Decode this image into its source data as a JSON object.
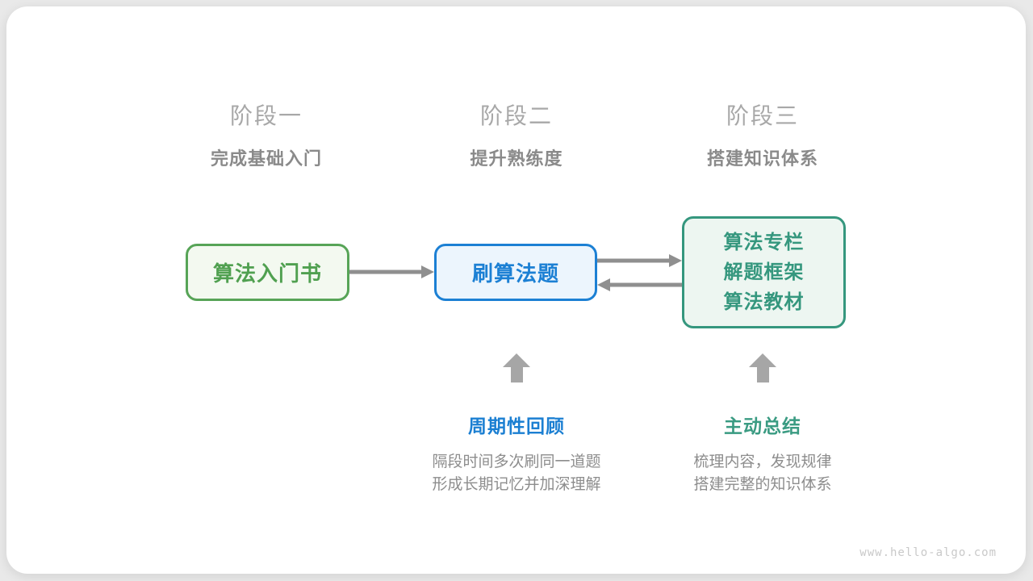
{
  "stages": [
    {
      "title": "阶段一",
      "subtitle": "完成基础入门"
    },
    {
      "title": "阶段二",
      "subtitle": "提升熟练度"
    },
    {
      "title": "阶段三",
      "subtitle": "搭建知识体系"
    }
  ],
  "nodes": {
    "book": {
      "label": "算法入门书"
    },
    "practice": {
      "label": "刷算法题"
    },
    "advanced": {
      "lines": [
        "算法专栏",
        "解题框架",
        "算法教材"
      ]
    }
  },
  "methods": [
    {
      "label": "周期性回顾",
      "desc_line1": "隔段时间多次刷同一道题",
      "desc_line2": "形成长期记忆并加深理解"
    },
    {
      "label": "主动总结",
      "desc_line1": "梳理内容，发现规律",
      "desc_line2": "搭建完整的知识体系"
    }
  ],
  "footer": {
    "watermark": "www.hello-algo.com"
  },
  "colors": {
    "green": "#57a457",
    "blue": "#1c80d4",
    "teal": "#35977e",
    "arrow_gray": "#8f8f8f",
    "block_arrow_gray": "#a6a6a6",
    "title_gray": "#a8a8a8",
    "text_gray": "#8d8d8d",
    "watermark_gray": "#c9c9c9"
  }
}
